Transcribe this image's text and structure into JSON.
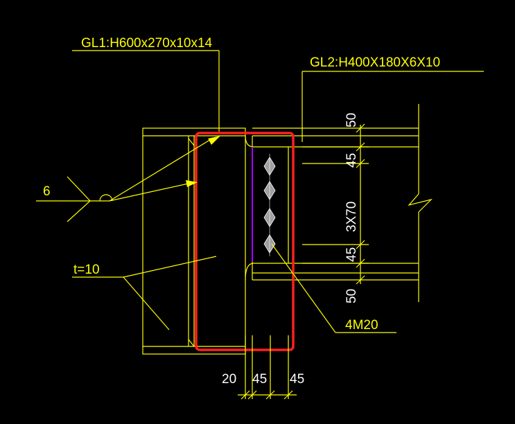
{
  "labels": {
    "gl1": "GL1:H600x270x10x14",
    "gl2": "GL2:H400X180X6X10",
    "weld_size": "6",
    "plate_thickness": "t=10",
    "bolts": "4M20"
  },
  "dims": {
    "vertical": [
      "50",
      "45",
      "3X70",
      "45",
      "50"
    ],
    "horizontal": [
      "20",
      "45",
      "45"
    ]
  },
  "colors": {
    "drawing_lines": "#ffff00",
    "dimension_text": "#ffffff",
    "highlight": "#ff2020",
    "bolt_fill": "#a0a0a0",
    "stiffener_line": "#b000ff",
    "background": "#000000"
  }
}
